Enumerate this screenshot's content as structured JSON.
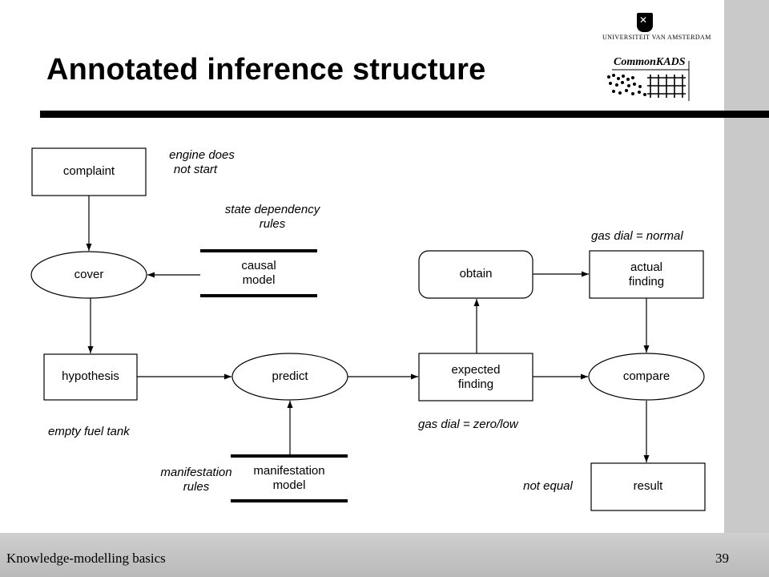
{
  "slide": {
    "title": "Annotated inference structure",
    "footer_left": "Knowledge-modelling basics",
    "page_number": "39"
  },
  "logos": {
    "university": "UNIVERSITEIT VAN AMSTERDAM",
    "commonkads": "CommonKADS"
  },
  "diagram": {
    "complaint": "complaint",
    "cover": "cover",
    "causal_model_line1": "causal",
    "causal_model_line2": "model",
    "hypothesis": "hypothesis",
    "predict": "predict",
    "manifestation_model_line1": "manifestation",
    "manifestation_model_line2": "model",
    "obtain": "obtain",
    "expected_finding_line1": "expected",
    "expected_finding_line2": "finding",
    "actual_finding_line1": "actual",
    "actual_finding_line2": "finding",
    "compare": "compare",
    "result": "result"
  },
  "annotations": {
    "engine_line1": "engine does",
    "engine_line2": "not start",
    "state_line1": "state dependency",
    "state_line2": "rules",
    "gas_normal": "gas dial = normal",
    "empty_tank": "empty fuel tank",
    "gas_zero": "gas dial = zero/low",
    "manifestation_rules_line1": "manifestation",
    "manifestation_rules_line2": "rules",
    "not_equal": "not equal"
  }
}
